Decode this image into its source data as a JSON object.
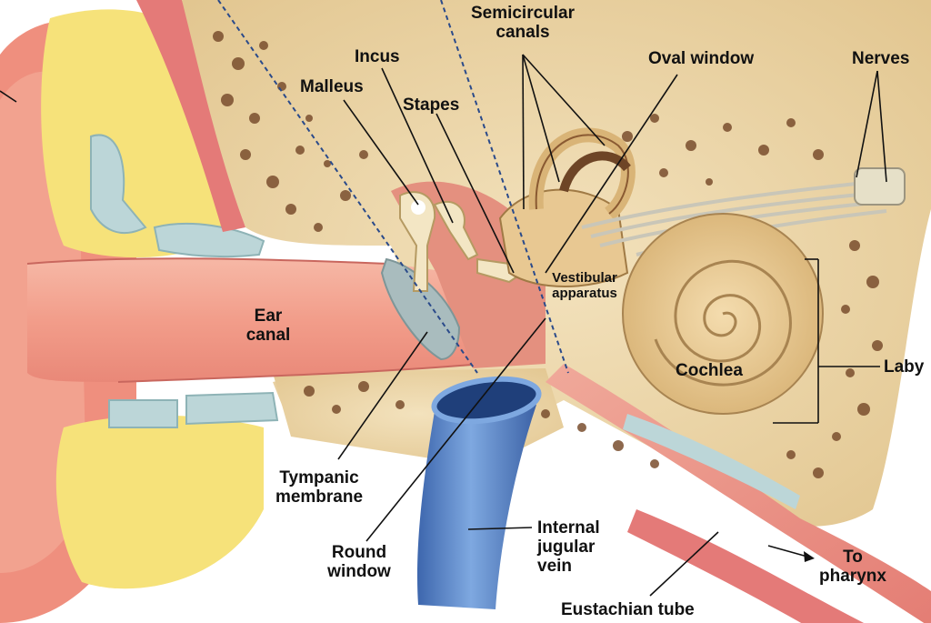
{
  "diagram": {
    "colors": {
      "skin": "#ef8f7e",
      "canal": "#f2a896",
      "fat": "#f6e27a",
      "cartilage": "#bcd6d8",
      "bone": "#ecd5a8",
      "bone_pore": "#7a4e2e",
      "vein": "#4f7fc4",
      "muscle": "#e47a78",
      "cochlea": "#e8c892"
    },
    "labels": {
      "semicircular_canals": "Semicircular\ncanals",
      "incus": "Incus",
      "malleus": "Malleus",
      "stapes": "Stapes",
      "oval_window": "Oval window",
      "nerves": "Nerves",
      "ear_canal": "Ear\ncanal",
      "vestibular_apparatus": "Vestibular\napparatus",
      "cochlea": "Cochlea",
      "laby": "Laby",
      "tympanic_membrane": "Tympanic\nmembrane",
      "round_window": "Round\nwindow",
      "internal_jugular_vein": "Internal\njugular\nvein",
      "to_pharynx": "To\npharynx",
      "eustachian_tube": "Eustachian tube"
    }
  }
}
